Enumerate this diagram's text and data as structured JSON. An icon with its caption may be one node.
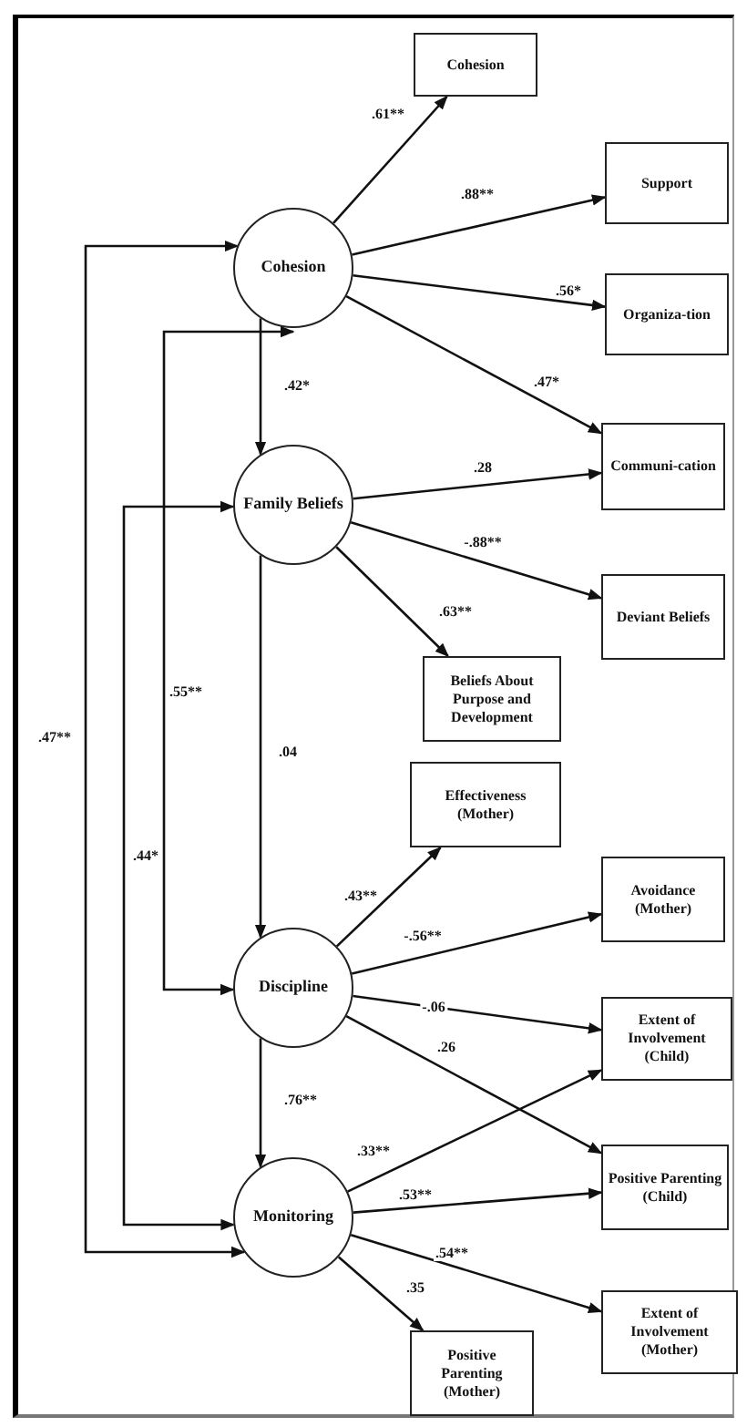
{
  "diagram": {
    "nodes": [
      {
        "text": [
          "Cohesion"
        ]
      },
      {
        "text": [
          "Family Beliefs"
        ]
      },
      {
        "text": [
          "Discipline"
        ]
      },
      {
        "text": [
          "Monitoring"
        ]
      },
      {
        "text": [
          "Cohesion"
        ]
      },
      {
        "text": [
          "Support"
        ]
      },
      {
        "text": [
          "Organiza-tion"
        ]
      },
      {
        "text": [
          "Communi-cation"
        ]
      },
      {
        "text": [
          "Deviant Beliefs"
        ]
      },
      {
        "text": [
          "Beliefs About Purpose and Development"
        ]
      },
      {
        "text": [
          "Effectiveness (Mother)"
        ]
      },
      {
        "text": [
          "Avoidance (Mother)"
        ]
      },
      {
        "text": [
          "Extent of Involvement (Child)"
        ]
      },
      {
        "text": [
          "Positive Parenting (Child)"
        ]
      },
      {
        "text": [
          "Extent of Involvement (Mother)"
        ]
      },
      {
        "text": [
          "Positive Parenting (Mother)"
        ]
      }
    ],
    "edges": [
      {
        "from": 0,
        "to": 4,
        "arrow": "to",
        "label": ".61**"
      },
      {
        "from": 0,
        "to": 5,
        "arrow": "to",
        "label": ".88**"
      },
      {
        "from": 0,
        "to": 6,
        "arrow": "to",
        "label": ".56*"
      },
      {
        "from": 0,
        "to": 7,
        "arrow": "to",
        "label": ".47*"
      },
      {
        "from": 0,
        "to": 1,
        "arrow": "to",
        "label": ".42*"
      },
      {
        "from": 1,
        "to": 7,
        "arrow": "to",
        "label": ".28"
      },
      {
        "from": 1,
        "to": 8,
        "arrow": "to",
        "label": "-.88**"
      },
      {
        "from": 1,
        "to": 9,
        "arrow": "to",
        "label": ".63**"
      },
      {
        "from": 1,
        "to": 2,
        "arrow": "to",
        "label": ".04"
      },
      {
        "from": 2,
        "to": 10,
        "arrow": "to",
        "label": ".43**"
      },
      {
        "from": 2,
        "to": 11,
        "arrow": "to",
        "label": "-.56**"
      },
      {
        "from": 2,
        "to": 12,
        "arrow": "to",
        "label": "-.06"
      },
      {
        "from": 2,
        "to": 13,
        "arrow": "to",
        "label": ".26"
      },
      {
        "from": 2,
        "to": 3,
        "arrow": "to",
        "label": ".76**"
      },
      {
        "from": 3,
        "to": 12,
        "arrow": "to",
        "label": ".33**"
      },
      {
        "from": 3,
        "to": 13,
        "arrow": "to",
        "label": ".53**"
      },
      {
        "from": 3,
        "to": 14,
        "arrow": "to",
        "label": ".54**"
      },
      {
        "from": 3,
        "to": 15,
        "arrow": "to",
        "label": ".35"
      },
      {
        "from": 3,
        "to": 0,
        "arrow": "both",
        "label": ".47**"
      },
      {
        "from": 2,
        "to": 0,
        "arrow": "both",
        "label": ".55**"
      },
      {
        "from": 3,
        "to": 1,
        "arrow": "both",
        "label": ".44*"
      }
    ]
  }
}
